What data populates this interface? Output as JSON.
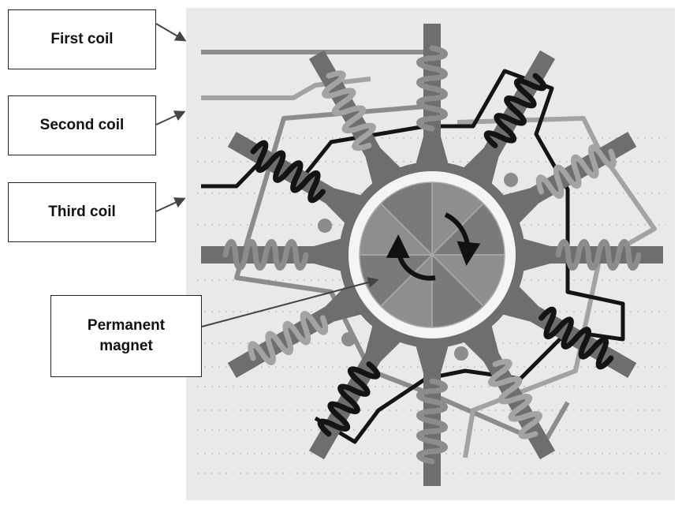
{
  "labels": {
    "first_coil": "First coil",
    "second_coil": "Second coil",
    "third_coil": "Third coil",
    "magnet_line1": "Permanent",
    "magnet_line2": "magnet"
  },
  "stator": {
    "tooth_count": 12,
    "rotor_sectors": 8
  },
  "colors": {
    "panel": "#e9e9e9",
    "tooth": "#6e6e6e",
    "first_coil": "#8c8c8c",
    "second_coil": "#a3a3a3",
    "third_coil": "#141414",
    "rotor_ring": "#f4f4f4",
    "sector_light": "#8e8e8e",
    "sector_dark": "#7a7a7a",
    "arrow": "#111111"
  }
}
